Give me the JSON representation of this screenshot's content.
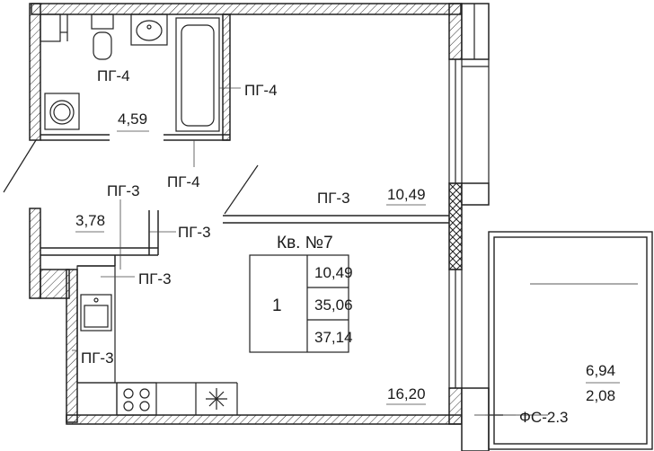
{
  "apartment": {
    "title": "Кв. №7",
    "rooms": "1",
    "area_living": "10,49",
    "area_total": "35,06",
    "area_total_with_balcony": "37,14"
  },
  "areas": {
    "bathroom": "4,59",
    "hall": "3,78",
    "room": "10,49",
    "kitchen": "16,20",
    "balcony": "6,94",
    "balcony_reduced": "2,08"
  },
  "marks": {
    "bath_left": "ПГ-4",
    "bath_right": "ПГ-4",
    "bath_bottom": "ПГ-4",
    "hall_top": "ПГ-3",
    "hall_right": "ПГ-3",
    "room_top": "ПГ-3",
    "niche": "ПГ-3",
    "kitchen_left": "ПГ-3",
    "balcony_door": "ФС-2.3"
  }
}
